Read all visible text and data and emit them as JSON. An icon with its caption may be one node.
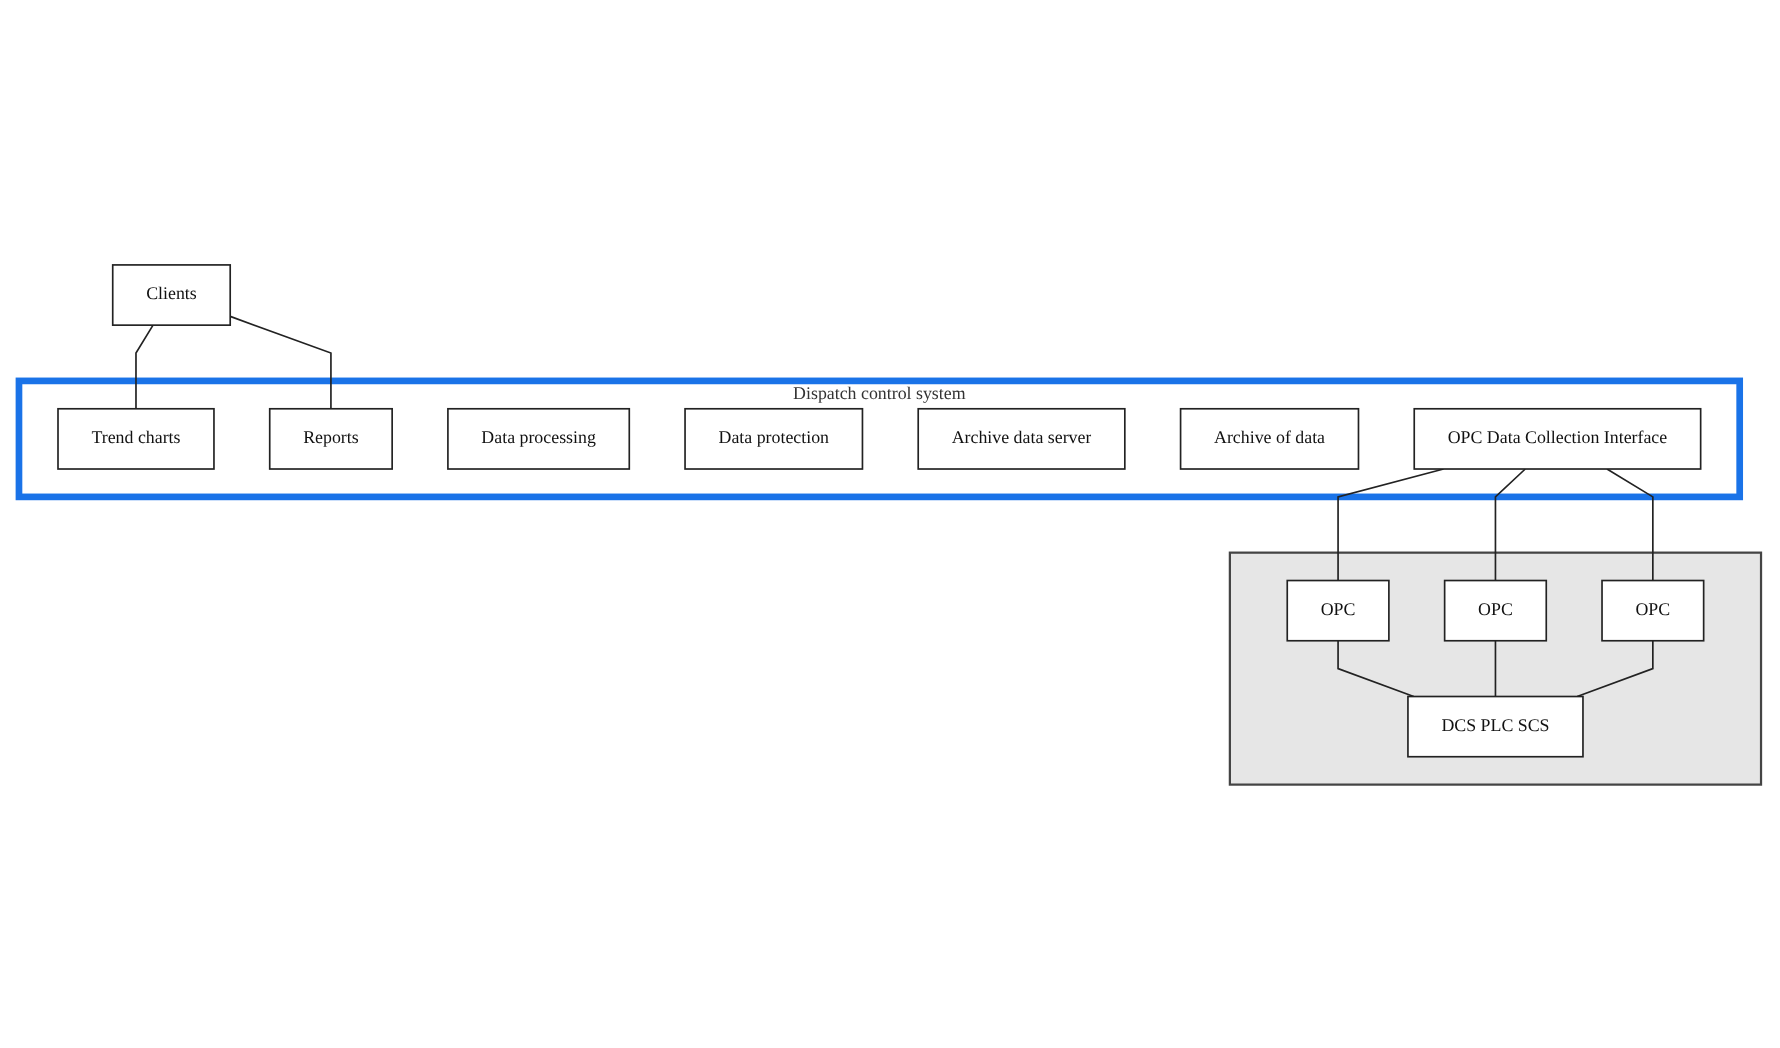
{
  "diagram": {
    "nodes": [
      {
        "text": [
          "Clients"
        ]
      },
      {
        "text": [
          "Dispatch control system"
        ]
      },
      {
        "text": [
          "Trend charts"
        ],
        "in": 1
      },
      {
        "text": [
          "Reports"
        ],
        "in": 1
      },
      {
        "text": [
          "Data processing"
        ],
        "in": 1
      },
      {
        "text": [
          "Data protection"
        ],
        "in": 1
      },
      {
        "text": [
          "Archive data server"
        ],
        "in": 1
      },
      {
        "text": [
          "Archive of data"
        ],
        "in": 1
      },
      {
        "text": [
          "OPC Data Collection Interface"
        ],
        "in": 1
      },
      {
        "text": [],
        "shape": "box"
      },
      {
        "text": [
          "OPC"
        ],
        "in": 9
      },
      {
        "text": [
          "OPC"
        ],
        "in": 9
      },
      {
        "text": [
          "OPC"
        ],
        "in": 9
      },
      {
        "text": [
          "DCS PLC SCS"
        ],
        "in": 9
      }
    ],
    "edges": [
      {
        "from": 0,
        "to": 2,
        "arrow": "none"
      },
      {
        "from": 0,
        "to": 3,
        "arrow": "none"
      },
      {
        "from": 8,
        "to": 10,
        "arrow": "none"
      },
      {
        "from": 8,
        "to": 11,
        "arrow": "none"
      },
      {
        "from": 8,
        "to": 12,
        "arrow": "none"
      },
      {
        "from": 10,
        "to": 13,
        "arrow": "none"
      },
      {
        "from": 11,
        "to": 13,
        "arrow": "none"
      },
      {
        "from": 12,
        "to": 13,
        "arrow": "none"
      }
    ]
  }
}
